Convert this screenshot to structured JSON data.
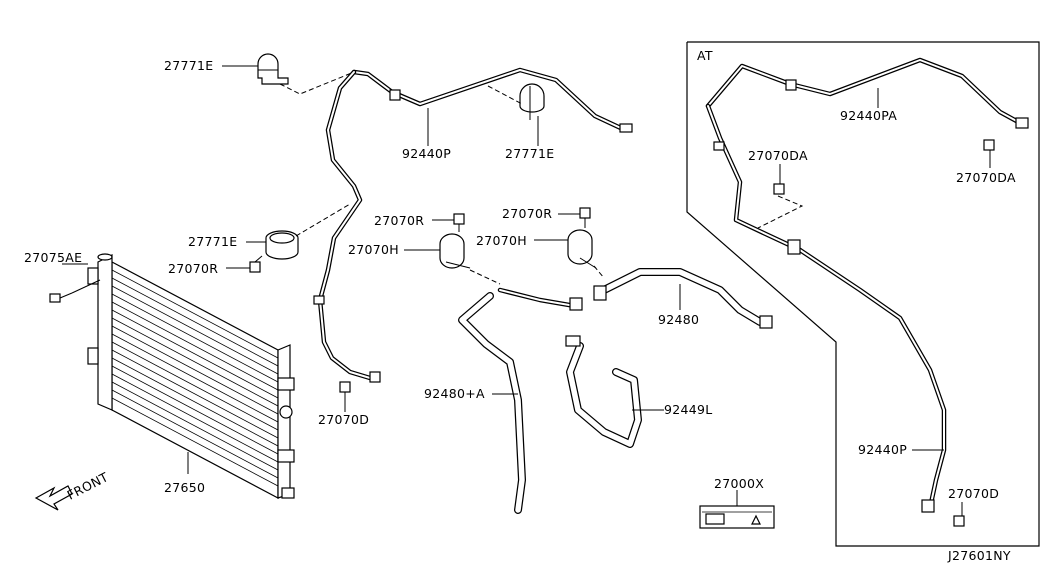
{
  "diagram_id": "J27601NY",
  "variant_box_label": "AT",
  "front_label": "FRONT",
  "callouts": {
    "clamp_top_left": "27771E",
    "clamp_top_mid": "27771E",
    "clamp_mid_left": "27771E",
    "bolt_condenser": "27075AE",
    "bolt_clamp_left": "27070R",
    "pipe_top": "92440P",
    "bolt_center_a": "27070R",
    "bolt_center_b": "27070R",
    "clamp_center_a": "27070H",
    "clamp_center_b": "27070H",
    "hose_92480": "92480",
    "hose_92480a": "92480+A",
    "hose_92449l": "92449L",
    "bolt_pipe_low": "27070D",
    "condenser": "27650",
    "label_part": "27000X",
    "pipe_at_top": "92440PA",
    "bolt_at_a": "27070DA",
    "bolt_at_b": "27070DA",
    "pipe_at_long": "92440P",
    "bolt_at_low": "27070D"
  }
}
